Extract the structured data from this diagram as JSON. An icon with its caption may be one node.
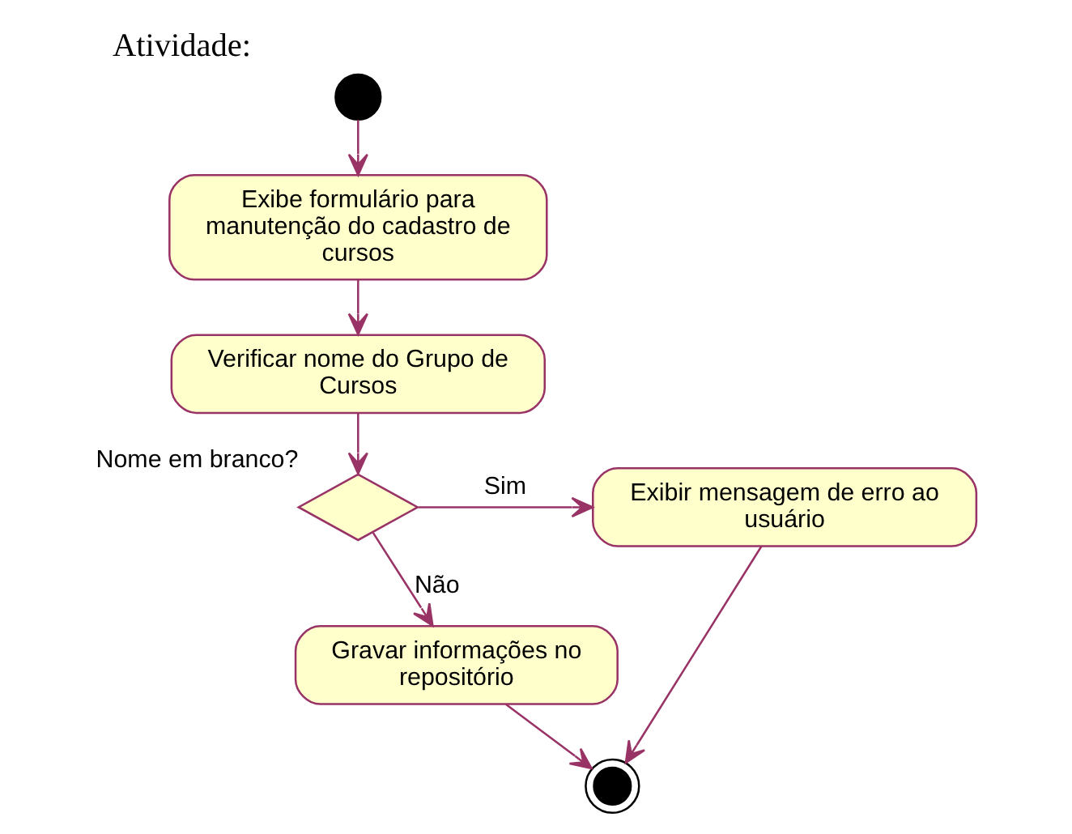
{
  "diagram": {
    "title": "Atividade:",
    "nodes": [
      {
        "text": [],
        "shape": "circle"
      },
      {
        "text": [
          "Exibe formulário para manutenção do cadastro de cursos"
        ]
      },
      {
        "text": [
          "Verificar nome do Grupo de Cursos"
        ]
      },
      {
        "text": [],
        "shape": "diamond",
        "beside": [
          "Nome em branco?"
        ]
      },
      {
        "text": [
          "Exibir mensagem de erro ao usuário"
        ]
      },
      {
        "text": [
          "Gravar informações no repositório"
        ]
      },
      {
        "text": [],
        "shape": "bullseye"
      }
    ],
    "edges": [
      {
        "from": 0,
        "to": 1,
        "arrow": "to"
      },
      {
        "from": 1,
        "to": 2,
        "arrow": "to"
      },
      {
        "from": 2,
        "to": 3,
        "arrow": "to"
      },
      {
        "from": 3,
        "to": 4,
        "arrow": "to",
        "label": "Sim"
      },
      {
        "from": 3,
        "to": 5,
        "arrow": "to",
        "label": "Não"
      },
      {
        "from": 5,
        "to": 6,
        "arrow": "to"
      },
      {
        "from": 4,
        "to": 6,
        "arrow": "to"
      }
    ]
  }
}
